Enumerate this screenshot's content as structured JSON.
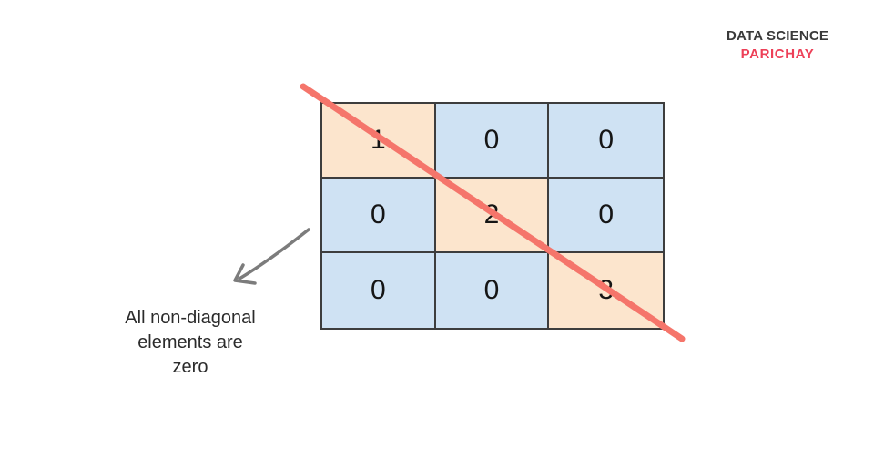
{
  "colors": {
    "accent": "#ED4058",
    "brand-text": "#3a3a3a",
    "cell-diagonal": "#FCE5CD",
    "cell-off-diagonal": "#CFE2F3",
    "grid-border": "#3d3d3d",
    "strike-line": "#F5756B",
    "arrow": "#7c7c7c",
    "caption-text": "#2b2b2b"
  },
  "brand": {
    "title": "DATA SCIENCE",
    "subtitle": "PARICHAY"
  },
  "matrix": {
    "type": "diagonal-matrix",
    "rows": [
      [
        "1",
        "0",
        "0"
      ],
      [
        "0",
        "2",
        "0"
      ],
      [
        "0",
        "0",
        "3"
      ]
    ]
  },
  "annotation": {
    "lines": [
      "All non-diagonal",
      "elements are",
      "zero"
    ]
  }
}
